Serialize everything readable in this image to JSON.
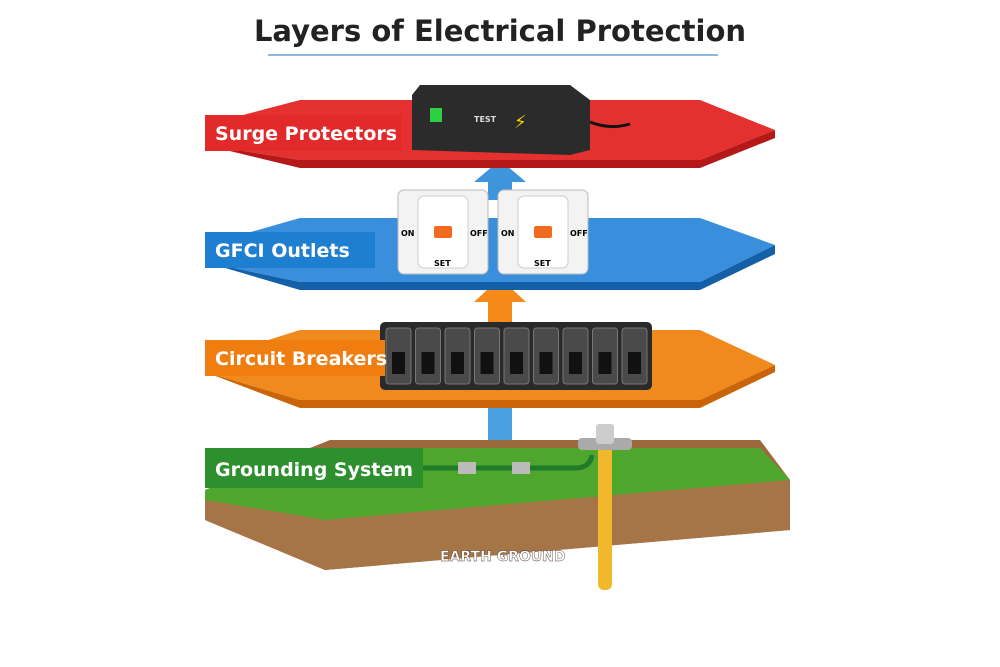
{
  "title": "Layers of Electrical Protection",
  "layers": [
    {
      "label": "Surge Protectors",
      "color": "#e32a2a"
    },
    {
      "label": "GFCI Outlets",
      "color": "#1e7fd0"
    },
    {
      "label": "Circuit Breakers",
      "color": "#f07d10"
    },
    {
      "label": "Grounding System",
      "color": "#2e8f2e"
    }
  ],
  "surge_device": {
    "button_label": "TEST"
  },
  "gfci": {
    "left_label": "ON",
    "right_label": "OFF",
    "bottom_label": "SET"
  },
  "ground_callout": "EARTH GROUND",
  "breaker_count": 9
}
